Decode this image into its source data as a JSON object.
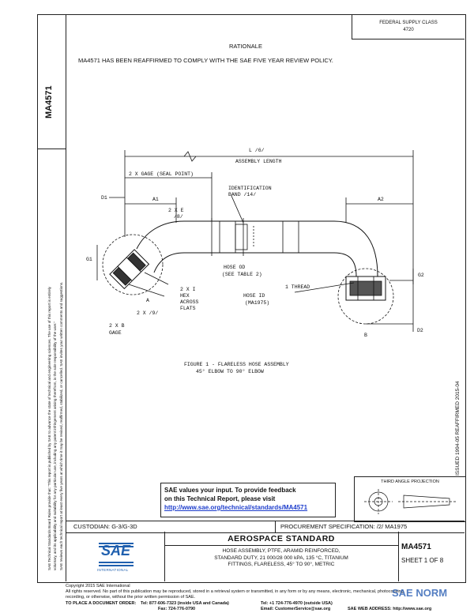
{
  "header": {
    "fed_line1": "FEDERAL SUPPLY CLASS",
    "fed_line2": "4720",
    "rationale_heading": "RATIONALE",
    "rationale_text": "MA4571 HAS BEEN REAFFIRMED TO COMPLY WITH THE SAE FIVE YEAR REVIEW POLICY."
  },
  "left_strip": {
    "doc_number": "MA4571",
    "disclaimer_1": "SAE Technical Standards Board Rules provide that: \"This report is published by SAE to advance the state of technical and engineering sciences. The use of this report is entirely",
    "disclaimer_2": "voluntary, and its applicability and suitability for any particular use, including any patent infringement arising therefrom, is the sole responsibility of the user.\"",
    "disclaimer_3": "SAE reviews each technical report at least every five years at which time it may be revised, reaffirmed, stabilized, or cancelled. SAE invites your written comments and suggestions."
  },
  "right_strip": {
    "dates": "ISSUED 1994-05    REAFFIRMED 2015-04"
  },
  "figure": {
    "label_l": "L /6/",
    "label_assembly_length": "ASSEMBLY LENGTH",
    "label_gage": "2 X GAGE (SEAL POINT)",
    "label_id_band": "IDENTIFICATION",
    "label_id_band2": "BAND /14/",
    "label_a1": "A1",
    "label_a2": "A2",
    "label_d1": "D1",
    "label_d2": "D2",
    "label_g1": "G1",
    "label_g2": "G2",
    "label_2xe": "2 X E",
    "label_8": "/8/",
    "label_hose_od": "HOSE OD",
    "label_see_table": "(SEE TABLE 2)",
    "label_hose_id": "HOSE ID",
    "label_ma1975": "(MA1975)",
    "label_thread": "1 THREAD",
    "label_2xi": "2 X I",
    "label_hex": "HEX",
    "label_across": "ACROSS",
    "label_flats": "FLATS",
    "label_2x9": "2 X /9/",
    "label_2xb": "2 X B",
    "label_gage2": "GAGE",
    "label_a": "A",
    "label_b": "B",
    "caption_1": "FIGURE 1 - FLARELESS HOSE ASSEMBLY",
    "caption_2": "45° ELBOW TO 90° ELBOW"
  },
  "feedback": {
    "line1": "SAE values your input. To provide feedback",
    "line2": "on this Technical Report, please visit",
    "link": "http://www.sae.org/technical/standards/MA4571"
  },
  "projection": {
    "label": "THIRD ANGLE PROJECTION"
  },
  "info_row": {
    "custodian": "CUSTODIAN: G-3/G-3D",
    "procurement": "PROCUREMENT SPECIFICATION: /2/ MA1975"
  },
  "title_block": {
    "logo_text": "SAE",
    "logo_sub": "INTERNATIONAL",
    "standard_title": "AEROSPACE STANDARD",
    "desc_1": "HOSE ASSEMBLY, PTFE, ARAMID REINFORCED,",
    "desc_2": "STANDARD DUTY, 21 000/28 000 kPA, 135 °C, TITANIUM",
    "desc_3": "FITTINGS, FLARELESS, 45° TO 90°, METRIC",
    "doc_number": "MA4571",
    "sheet": "SHEET 1 OF 8"
  },
  "footer": {
    "copyright": "Copyright 2015 SAE International",
    "rights_1": "All rights reserved. No part of this publication may be reproduced, stored in a retrieval system or transmitted, in any form or by any means, electronic, mechanical, photocopying,",
    "rights_2": "recording, or otherwise, without the prior written permission of SAE.",
    "order_label": "TO PLACE A DOCUMENT ORDER:",
    "tel_1": "Tel: 877-606-7323 (inside USA and Canada)",
    "tel_2": "Tel: +1 724-776-4970 (outside USA)",
    "fax": "Fax: 724-776-0790",
    "email": "Email: CustomerService@sae.org",
    "web": "SAE WEB ADDRESS: http://www.sae.org"
  },
  "watermark": {
    "text": "SAE NORM"
  },
  "colors": {
    "link": "#1d3dcc",
    "logo_blue": "#1f5fae",
    "watermark_blue": "#2a5fb3"
  }
}
